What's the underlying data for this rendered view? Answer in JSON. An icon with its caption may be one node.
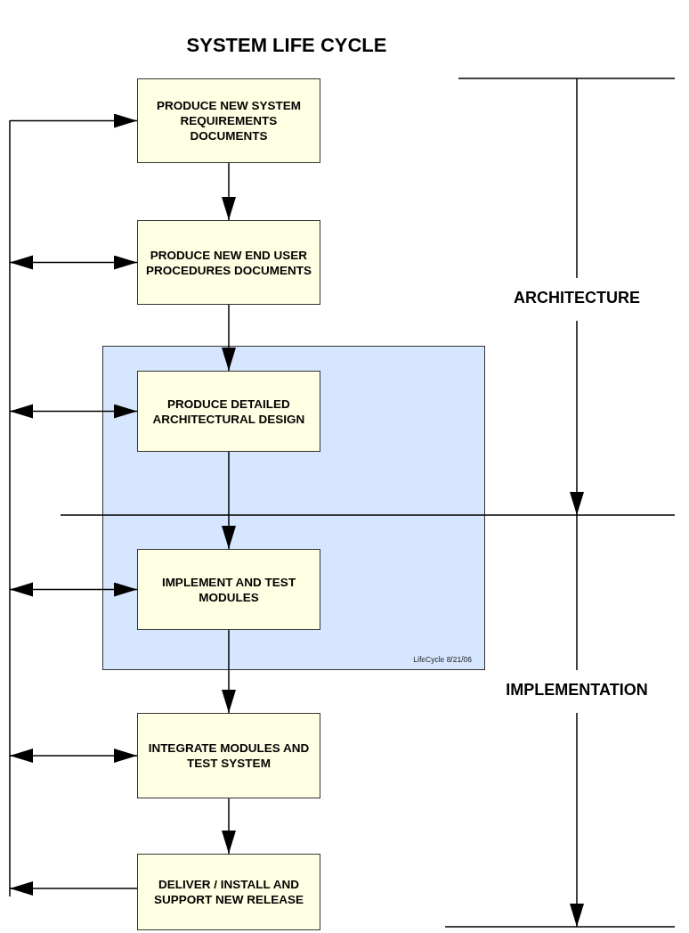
{
  "diagram": {
    "title": "SYSTEM LIFE CYCLE",
    "nodes": [
      {
        "text": [
          "PRODUCE NEW SYSTEM REQUIREMENTS DOCUMENTS"
        ]
      },
      {
        "text": [
          "PRODUCE NEW END USER PROCEDURES DOCUMENTS"
        ]
      },
      {
        "text": [
          "LifeCycle 8/21/06"
        ]
      },
      {
        "text": [
          "PRODUCE DETAILED ARCHITECTURAL DESIGN"
        ],
        "in": 2
      },
      {
        "text": [
          "IMPLEMENT AND TEST MODULES"
        ],
        "in": 2
      },
      {
        "text": [
          "INTEGRATE MODULES AND TEST SYSTEM"
        ]
      },
      {
        "text": [
          "DELIVER / INSTALL AND SUPPORT NEW RELEASE"
        ]
      }
    ],
    "edges": [
      {
        "from": 0,
        "to": 1,
        "arrow": "to"
      },
      {
        "from": 1,
        "to": 3,
        "arrow": "to"
      },
      {
        "from": 3,
        "to": 4,
        "arrow": "to"
      },
      {
        "from": 4,
        "to": 5,
        "arrow": "to"
      },
      {
        "from": 5,
        "to": 6,
        "arrow": "to"
      },
      {
        "from": 6,
        "to": null,
        "arrow": "to"
      },
      {
        "from": null,
        "to": 0,
        "arrow": "to"
      },
      {
        "from": null,
        "to": 1,
        "arrow": "both"
      },
      {
        "from": null,
        "to": 3,
        "arrow": "both"
      },
      {
        "from": null,
        "to": 4,
        "arrow": "both"
      },
      {
        "from": null,
        "to": 5,
        "arrow": "both"
      }
    ],
    "labels": [
      "ARCHITECTURE",
      "IMPLEMENTATION"
    ]
  }
}
